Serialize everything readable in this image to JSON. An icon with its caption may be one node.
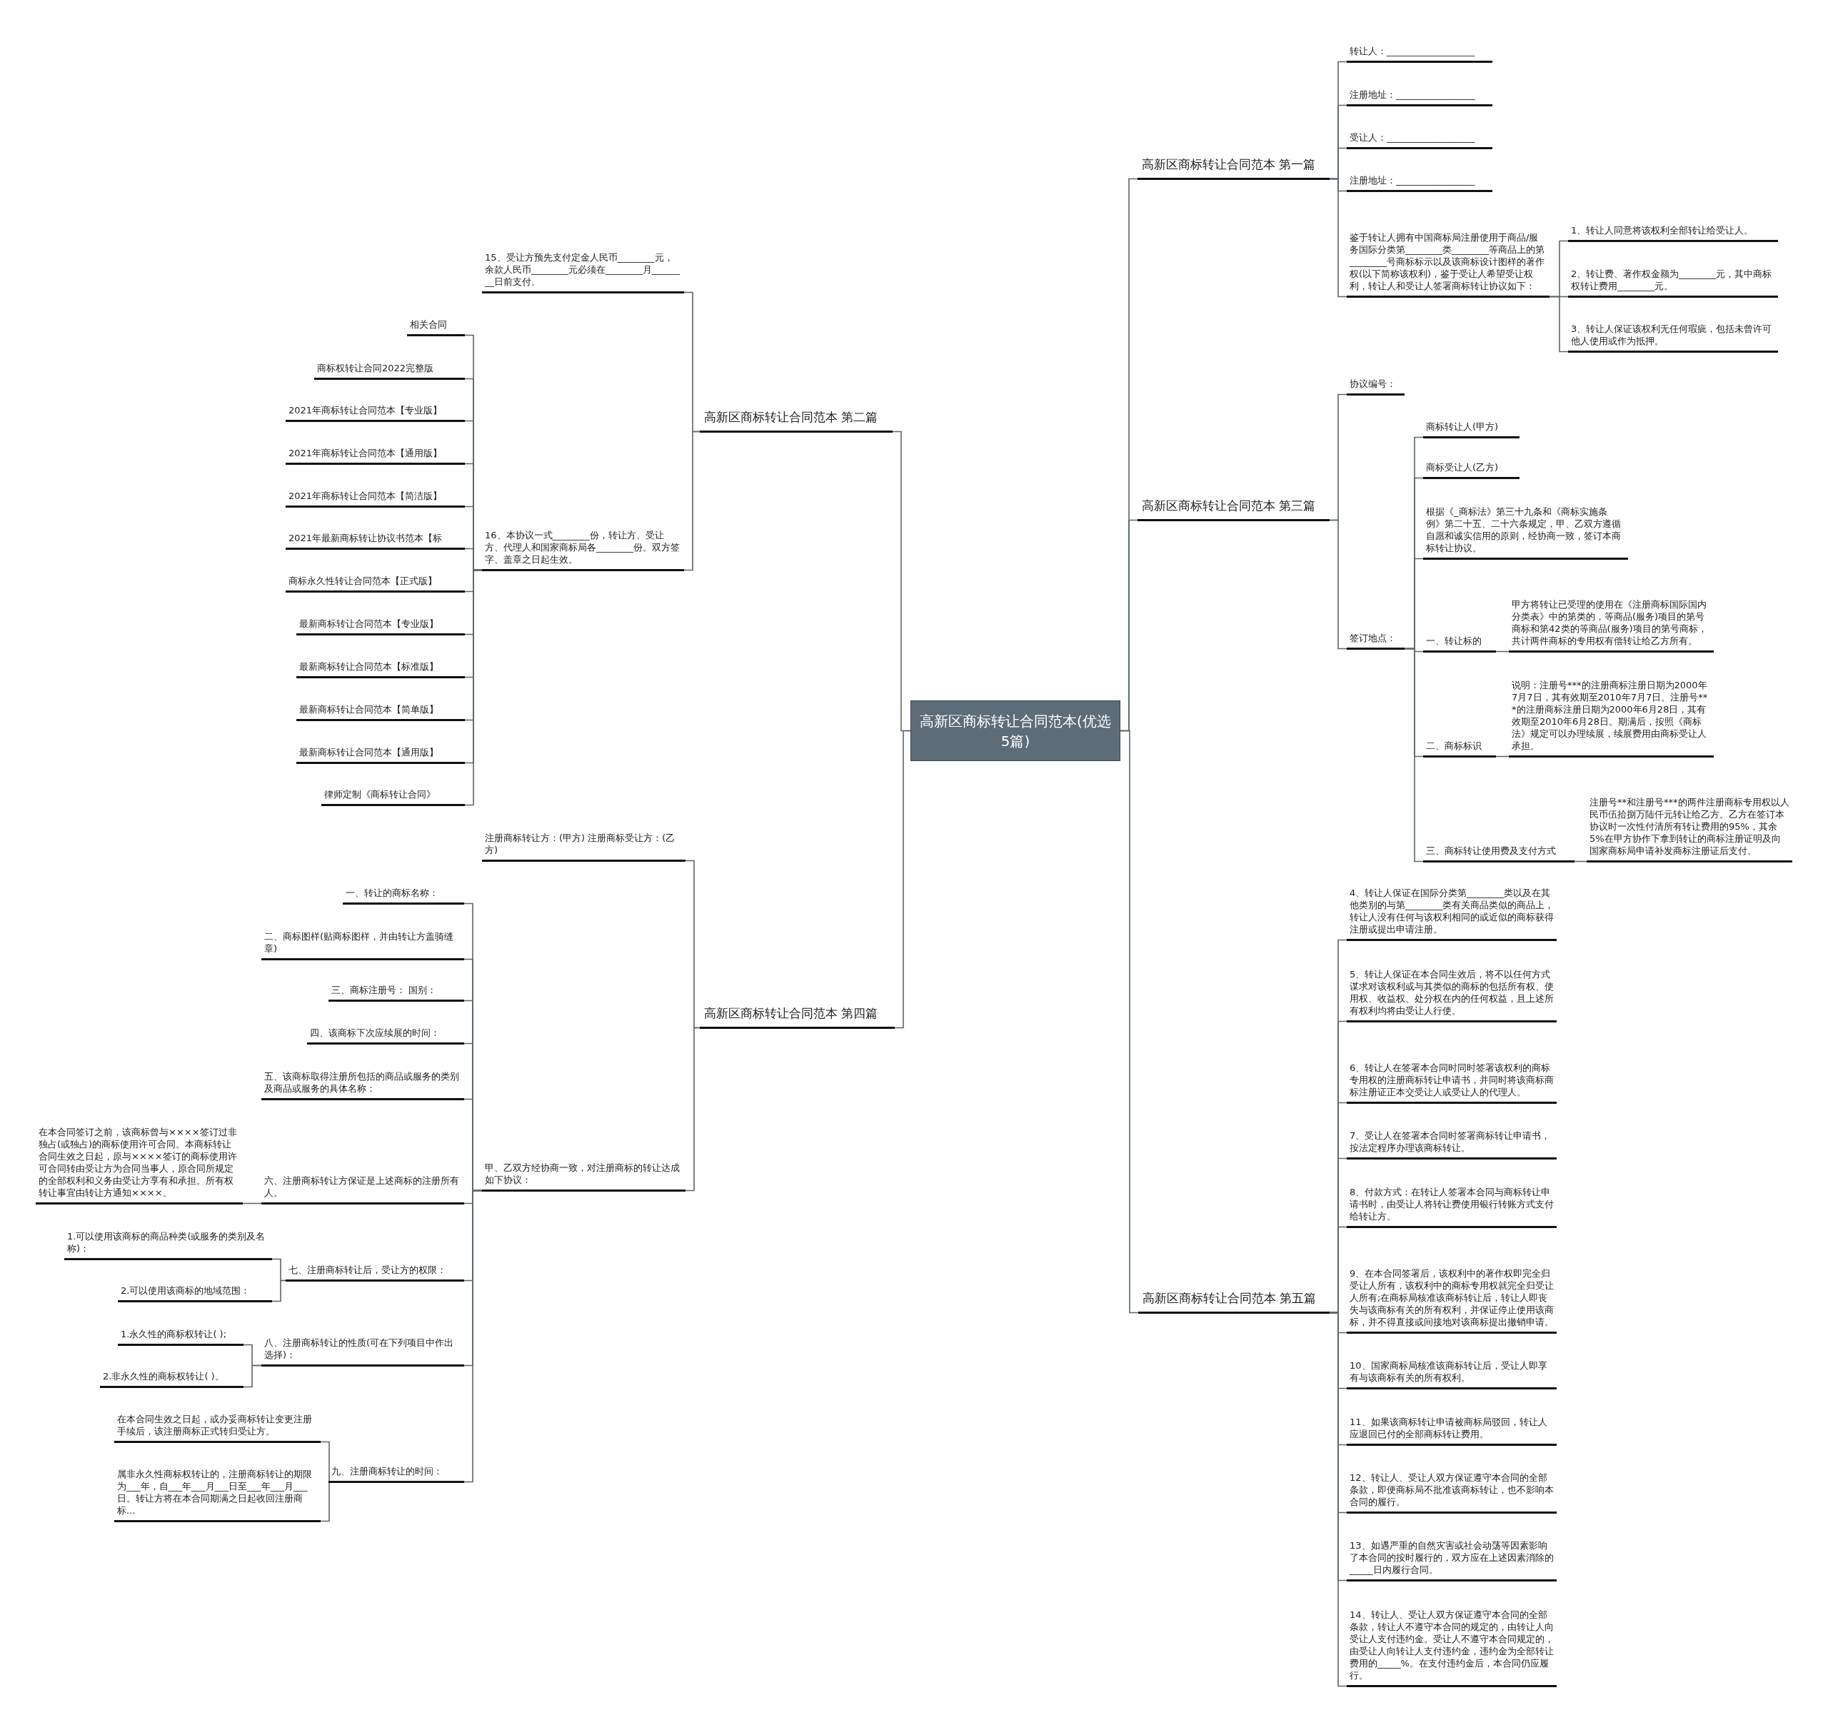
{
  "diagram": {
    "nodes": [
      {
        "text": [
          "高新区商标转让合同范本(优选5篇)"
        ]
      },
      {
        "text": [
          "高新区商标转让合同范本 第一篇"
        ]
      },
      {
        "text": [
          "转让人：___________________"
        ]
      },
      {
        "text": [
          "注册地址：_________________"
        ]
      },
      {
        "text": [
          "受让人：___________________"
        ]
      },
      {
        "text": [
          "注册地址：_________________"
        ]
      },
      {
        "text": [
          "鉴于转让人拥有中国商标局注册使用于商品/服务国际分类第________类________等商品上的第________号商标标示以及该商标设计图样的著作权(以下简称该权利)，鉴于受让人希望受让权利，转让人和受让人签署商标转让协议如下："
        ]
      },
      {
        "text": [
          "1、转让人同意将该权利全部转让给受让人。"
        ]
      },
      {
        "text": [
          "2、转让费、著作权金额为________元，其中商标权转让费用________元。"
        ]
      },
      {
        "text": [
          "3、转让人保证该权利无任何瑕疵，包括未曾许可他人使用或作为抵押。"
        ]
      },
      {
        "text": [
          "高新区商标转让合同范本 第二篇"
        ]
      },
      {
        "text": [
          "15、受让方预先支付定金人民币________元，余款人民币________元必须在________月________日前支付。"
        ]
      },
      {
        "text": [
          "16、本协议一式________份，转让方、受让方、代理人和国家商标局各________份。双方签字、盖章之日起生效。"
        ]
      },
      {
        "text": [
          "相关合同"
        ]
      },
      {
        "text": [
          "商标权转让合同2022完整版"
        ]
      },
      {
        "text": [
          "2021年商标转让合同范本【专业版】"
        ]
      },
      {
        "text": [
          "2021年商标转让合同范本【通用版】"
        ]
      },
      {
        "text": [
          "2021年商标转让合同范本【简洁版】"
        ]
      },
      {
        "text": [
          "2021年最新商标转让协议书范本【标"
        ]
      },
      {
        "text": [
          "商标永久性转让合同范本【正式版】"
        ]
      },
      {
        "text": [
          "最新商标转让合同范本【专业版】"
        ]
      },
      {
        "text": [
          "最新商标转让合同范本【标准版】"
        ]
      },
      {
        "text": [
          "最新商标转让合同范本【简单版】"
        ]
      },
      {
        "text": [
          "最新商标转让合同范本【通用版】"
        ]
      },
      {
        "text": [
          "律师定制《商标转让合同》"
        ]
      },
      {
        "text": [
          "高新区商标转让合同范本 第三篇"
        ]
      },
      {
        "text": [
          "协议编号："
        ]
      },
      {
        "text": [
          "签订地点："
        ]
      },
      {
        "text": [
          "商标转让人(甲方)"
        ]
      },
      {
        "text": [
          "商标受让人(乙方)"
        ]
      },
      {
        "text": [
          "根据《_商标法》第三十九条和《商标实施条例》第二十五、二十六条规定，甲、乙双方遵循自愿和诚实信用的原则，经协商一致，签订本商标转让协议。"
        ]
      },
      {
        "text": [
          "一、转让标的"
        ]
      },
      {
        "text": [
          "甲方将转让已受理的使用在《注册商标国际国内分类表》中的第类的，等商品(服务)项目的第号商标和第42类的等商品(服务)项目的第号商标，共计两件商标的专用权有偿转让给乙方所有。"
        ]
      },
      {
        "text": [
          "二、商标标识"
        ]
      },
      {
        "text": [
          "说明：注册号***的注册商标注册日期为2000年7月7日，其有效期至2010年7月7日。注册号***的注册商标注册日期为2000年6月28日，其有效期至2010年6月28日。期满后，按照《商标法》规定可以办理续展，续展费用由商标受让人承担。"
        ]
      },
      {
        "text": [
          "三、商标转让使用费及支付方式"
        ]
      },
      {
        "text": [
          "注册号**和注册号***的两件注册商标专用权以人民币伍拾捌万陆仟元转让给乙方。乙方在签订本协议时一次性付清所有转让费用的95%，其余5%在甲方协作下拿到转让的商标注册证明及向国家商标局申请补发商标注册证后支付。"
        ]
      },
      {
        "text": [
          "高新区商标转让合同范本 第四篇"
        ]
      },
      {
        "text": [
          "注册商标转让方：(甲方) 注册商标受让方：(乙方)"
        ]
      },
      {
        "text": [
          "甲、乙双方经协商一致，对注册商标的转让达成如下协议："
        ]
      },
      {
        "text": [
          "一、转让的商标名称："
        ]
      },
      {
        "text": [
          "二、商标图样(贴商标图样，并由转让方盖骑缝章)"
        ]
      },
      {
        "text": [
          "三、商标注册号： 国别："
        ]
      },
      {
        "text": [
          "四、该商标下次应续展的时间："
        ]
      },
      {
        "text": [
          "五、该商标取得注册所包括的商品或服务的类别及商品或服务的具体名称："
        ]
      },
      {
        "text": [
          "六、注册商标转让方保证是上述商标的注册所有人。"
        ]
      },
      {
        "text": [
          "在本合同签订之前，该商标曾与××××签订过非独占(或独占)的商标使用许可合同。本商标转让合同生效之日起，原与××××签订的商标使用许可合同转由受让方为合同当事人，原合同所规定的全部权利和义务由受让方享有和承担。所有权转让事宜由转让方通知××××。"
        ]
      },
      {
        "text": [
          "七、注册商标转让后，受让方的权限："
        ]
      },
      {
        "text": [
          "1.可以使用该商标的商品种类(或服务的类别及名称)："
        ]
      },
      {
        "text": [
          "2.可以使用该商标的地域范围："
        ]
      },
      {
        "text": [
          "八、注册商标转让的性质(可在下列项目中作出选择)："
        ]
      },
      {
        "text": [
          "1.永久性的商标权转让( );"
        ]
      },
      {
        "text": [
          "2.非永久性的商标权转让( )。"
        ]
      },
      {
        "text": [
          "九、注册商标转让的时间："
        ]
      },
      {
        "text": [
          "在本合同生效之日起，或办妥商标转让变更注册手续后，该注册商标正式转归受让方。"
        ]
      },
      {
        "text": [
          "属非永久性商标权转让的，注册商标转让的期限为___年，自___年___月___日至___年___月___日。转让方将在本合同期满之日起收回注册商标..."
        ]
      },
      {
        "text": [
          "高新区商标转让合同范本 第五篇"
        ]
      },
      {
        "text": [
          "4、转让人保证在国际分类第________类以及在其他类别的与第________类有关商品类似的商品上，转让人没有任何与该权利相同的或近似的商标获得注册或提出申请注册。"
        ]
      },
      {
        "text": [
          "5、转让人保证在本合同生效后，将不以任何方式谋求对该权利或与其类似的商标的包括所有权、使用权、收益权、处分权在内的任何权益，且上述所有权利均将由受让人行使。"
        ]
      },
      {
        "text": [
          "6、转让人在签署本合同时同时签署该权利的商标专用权的注册商标转让申请书，并同时将该商标商标注册证正本交受让人或受让人的代理人。"
        ]
      },
      {
        "text": [
          "7、受让人在签署本合同时签署商标转让申请书，按法定程序办理该商标转让。"
        ]
      },
      {
        "text": [
          "8、付款方式：在转让人签署本合同与商标转让申请书时，由受让人将转让费使用银行转账方式支付给转让方。"
        ]
      },
      {
        "text": [
          "9、在本合同签署后，该权利中的著作权即完全归受让人所有，该权利中的商标专用权就完全归受让人所有;在商标局核准该商标转让后，转让人即丧失与该商标有关的所有权利，并保证停止使用该商标，并不得直接或间接地对该商标提出撤销申请。"
        ]
      },
      {
        "text": [
          "10、国家商标局核准该商标转让后，受让人即享有与该商标有关的所有权利。"
        ]
      },
      {
        "text": [
          "11、如果该商标转让申请被商标局驳回，转让人应退回已付的全部商标转让费用。"
        ]
      },
      {
        "text": [
          "12、转让人、受让人双方保证遵守本合同的全部条款，即便商标局不批准该商标转让，也不影响本合同的履行。"
        ]
      },
      {
        "text": [
          "13、如遇严重的自然灾害或社会动荡等因素影响了本合同的按时履行的，双方应在上述因素消除的_____日内履行合同。"
        ]
      },
      {
        "text": [
          "14、转让人、受让人双方保证遵守本合同的全部条款，转让人不遵守本合同的规定的，由转让人向受让人支付违约金。受让人不遵守本合同规定的，由受让人向转让人支付违约金，违约金为全部转让费用的_____%。在支付违约金后，本合同仍应履行。"
        ]
      }
    ],
    "edges": [
      {
        "from": 0,
        "to": 1,
        "arrow": "none"
      },
      {
        "from": 1,
        "to": 2,
        "arrow": "none"
      },
      {
        "from": 1,
        "to": 3,
        "arrow": "none"
      },
      {
        "from": 1,
        "to": 4,
        "arrow": "none"
      },
      {
        "from": 1,
        "to": 5,
        "arrow": "none"
      },
      {
        "from": 1,
        "to": 6,
        "arrow": "none"
      },
      {
        "from": 6,
        "to": 7,
        "arrow": "none"
      },
      {
        "from": 6,
        "to": 8,
        "arrow": "none"
      },
      {
        "from": 6,
        "to": 9,
        "arrow": "none"
      },
      {
        "from": 0,
        "to": 10,
        "arrow": "none"
      },
      {
        "from": 10,
        "to": 11,
        "arrow": "none"
      },
      {
        "from": 10,
        "to": 12,
        "arrow": "none"
      },
      {
        "from": 12,
        "to": 13,
        "arrow": "none"
      },
      {
        "from": 12,
        "to": 14,
        "arrow": "none"
      },
      {
        "from": 12,
        "to": 15,
        "arrow": "none"
      },
      {
        "from": 12,
        "to": 16,
        "arrow": "none"
      },
      {
        "from": 12,
        "to": 17,
        "arrow": "none"
      },
      {
        "from": 12,
        "to": 18,
        "arrow": "none"
      },
      {
        "from": 12,
        "to": 19,
        "arrow": "none"
      },
      {
        "from": 12,
        "to": 20,
        "arrow": "none"
      },
      {
        "from": 12,
        "to": 21,
        "arrow": "none"
      },
      {
        "from": 12,
        "to": 22,
        "arrow": "none"
      },
      {
        "from": 12,
        "to": 23,
        "arrow": "none"
      },
      {
        "from": 12,
        "to": 24,
        "arrow": "none"
      },
      {
        "from": 0,
        "to": 25,
        "arrow": "none"
      },
      {
        "from": 25,
        "to": 26,
        "arrow": "none"
      },
      {
        "from": 25,
        "to": 27,
        "arrow": "none"
      },
      {
        "from": 27,
        "to": 28,
        "arrow": "none"
      },
      {
        "from": 27,
        "to": 29,
        "arrow": "none"
      },
      {
        "from": 27,
        "to": 30,
        "arrow": "none"
      },
      {
        "from": 27,
        "to": 31,
        "arrow": "none"
      },
      {
        "from": 31,
        "to": 32,
        "arrow": "none"
      },
      {
        "from": 27,
        "to": 33,
        "arrow": "none"
      },
      {
        "from": 33,
        "to": 34,
        "arrow": "none"
      },
      {
        "from": 27,
        "to": 35,
        "arrow": "none"
      },
      {
        "from": 35,
        "to": 36,
        "arrow": "none"
      },
      {
        "from": 0,
        "to": 37,
        "arrow": "none"
      },
      {
        "from": 37,
        "to": 38,
        "arrow": "none"
      },
      {
        "from": 37,
        "to": 39,
        "arrow": "none"
      },
      {
        "from": 39,
        "to": 40,
        "arrow": "none"
      },
      {
        "from": 39,
        "to": 41,
        "arrow": "none"
      },
      {
        "from": 39,
        "to": 42,
        "arrow": "none"
      },
      {
        "from": 39,
        "to": 43,
        "arrow": "none"
      },
      {
        "from": 39,
        "to": 44,
        "arrow": "none"
      },
      {
        "from": 39,
        "to": 45,
        "arrow": "none"
      },
      {
        "from": 45,
        "to": 46,
        "arrow": "none"
      },
      {
        "from": 39,
        "to": 47,
        "arrow": "none"
      },
      {
        "from": 47,
        "to": 48,
        "arrow": "none"
      },
      {
        "from": 47,
        "to": 49,
        "arrow": "none"
      },
      {
        "from": 39,
        "to": 50,
        "arrow": "none"
      },
      {
        "from": 50,
        "to": 51,
        "arrow": "none"
      },
      {
        "from": 50,
        "to": 52,
        "arrow": "none"
      },
      {
        "from": 39,
        "to": 53,
        "arrow": "none"
      },
      {
        "from": 53,
        "to": 54,
        "arrow": "none"
      },
      {
        "from": 53,
        "to": 55,
        "arrow": "none"
      },
      {
        "from": 0,
        "to": 56,
        "arrow": "none"
      },
      {
        "from": 56,
        "to": 57,
        "arrow": "none"
      },
      {
        "from": 56,
        "to": 58,
        "arrow": "none"
      },
      {
        "from": 56,
        "to": 59,
        "arrow": "none"
      },
      {
        "from": 56,
        "to": 60,
        "arrow": "none"
      },
      {
        "from": 56,
        "to": 61,
        "arrow": "none"
      },
      {
        "from": 56,
        "to": 62,
        "arrow": "none"
      },
      {
        "from": 56,
        "to": 63,
        "arrow": "none"
      },
      {
        "from": 56,
        "to": 64,
        "arrow": "none"
      },
      {
        "from": 56,
        "to": 65,
        "arrow": "none"
      },
      {
        "from": 56,
        "to": 66,
        "arrow": "none"
      },
      {
        "from": 56,
        "to": 67,
        "arrow": "none"
      }
    ]
  }
}
